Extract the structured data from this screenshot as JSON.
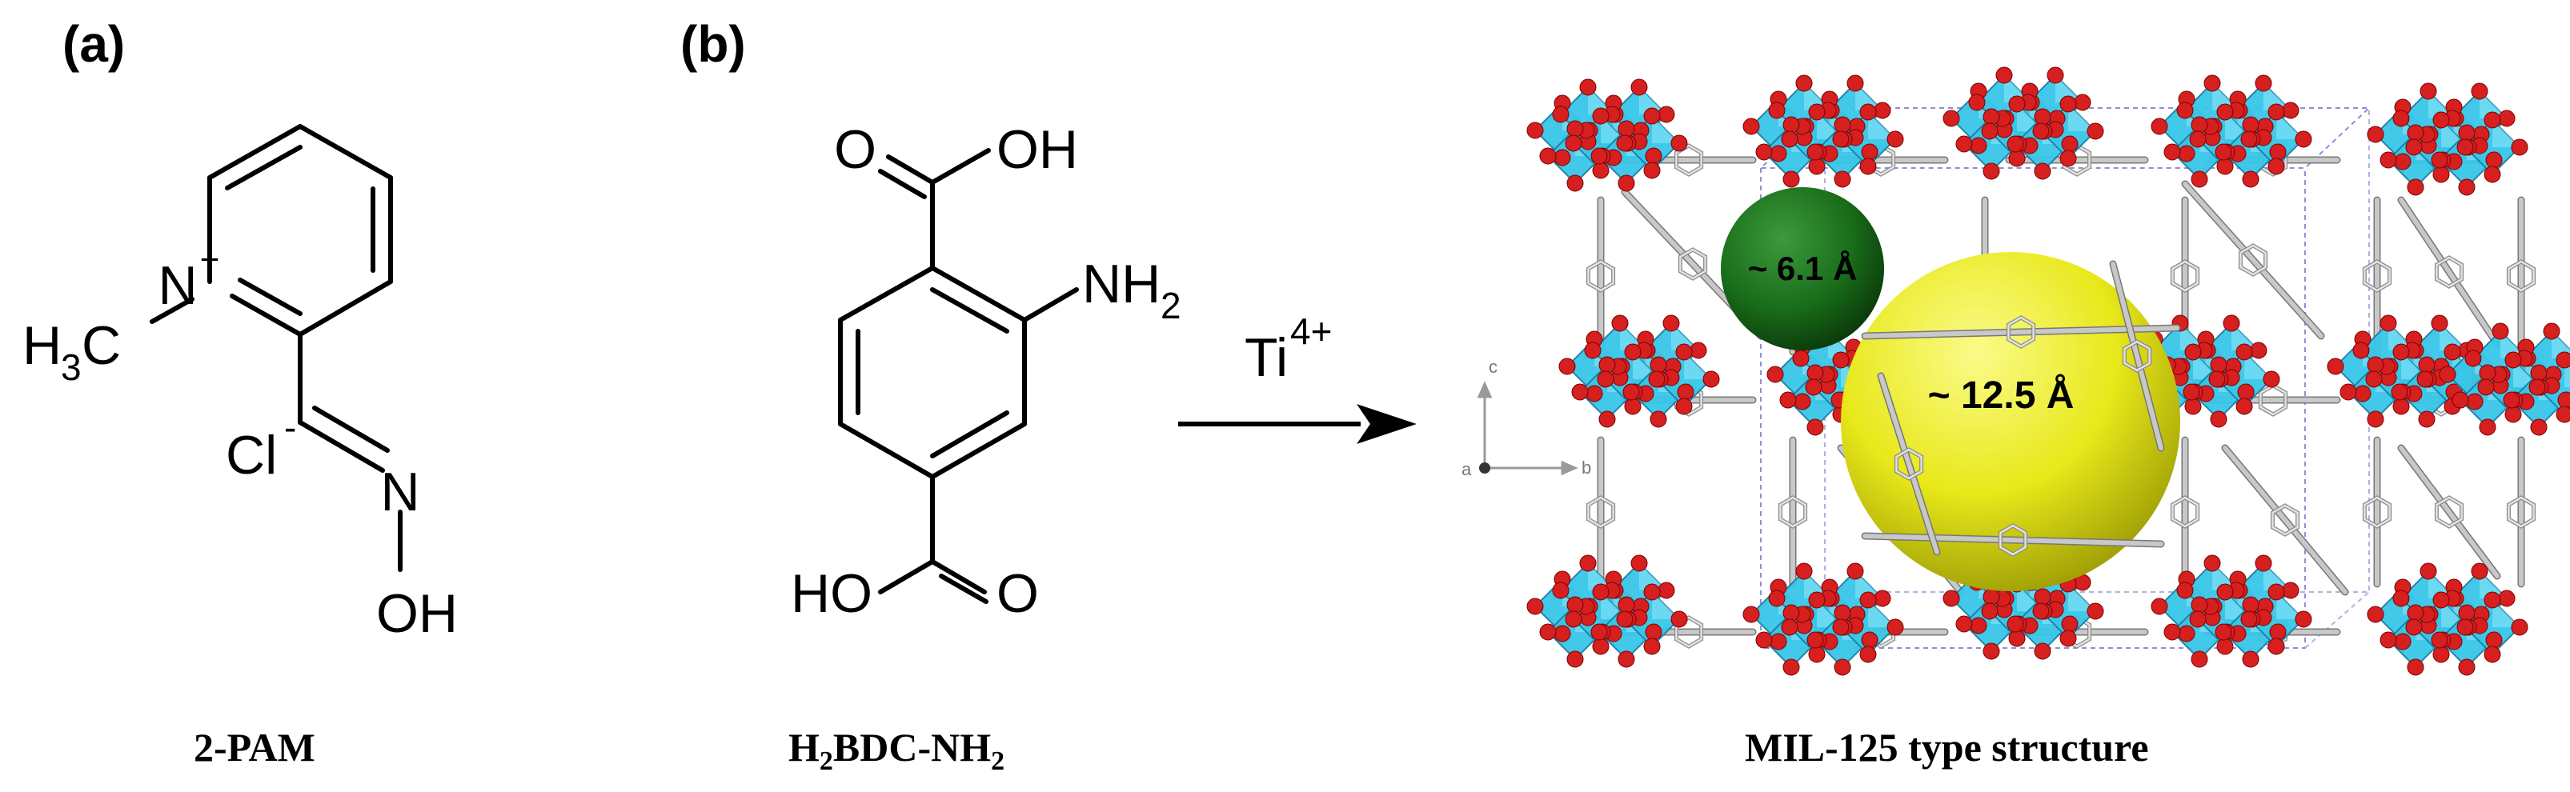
{
  "panels": {
    "a": {
      "label": "(a)",
      "caption": "2-PAM",
      "atoms": {
        "n": "N",
        "plus": "+",
        "methyl_h": "H",
        "methyl_sub": "3",
        "methyl_c": "C",
        "cl": "Cl",
        "minus": "-",
        "oxime_n": "N",
        "oh": "OH"
      }
    },
    "b": {
      "label": "(b)",
      "caption_main": "H",
      "caption_sub1": "2",
      "caption_mid": "BDC-NH",
      "caption_sub2": "2",
      "atoms": {
        "top_o": "O",
        "top_oh": "OH",
        "nh": "NH",
        "nh_sub": "2",
        "bottom_ho": "HO",
        "bottom_o": "O"
      }
    }
  },
  "reaction": {
    "reagent": "Ti",
    "reagent_charge": "4+"
  },
  "structure": {
    "caption": "MIL-125 type structure",
    "small_pore_label": "~ 6.1 Å",
    "large_pore_label": "~ 12.5 Å",
    "axes": {
      "c": "c",
      "b": "b",
      "a": "a"
    },
    "colors": {
      "octahedra": "#38c6e8",
      "oxygen": "#d61f1f",
      "linker": "#c8c8c8",
      "small_pore": "#1a6e1a",
      "large_pore": "#e8e81a"
    }
  }
}
